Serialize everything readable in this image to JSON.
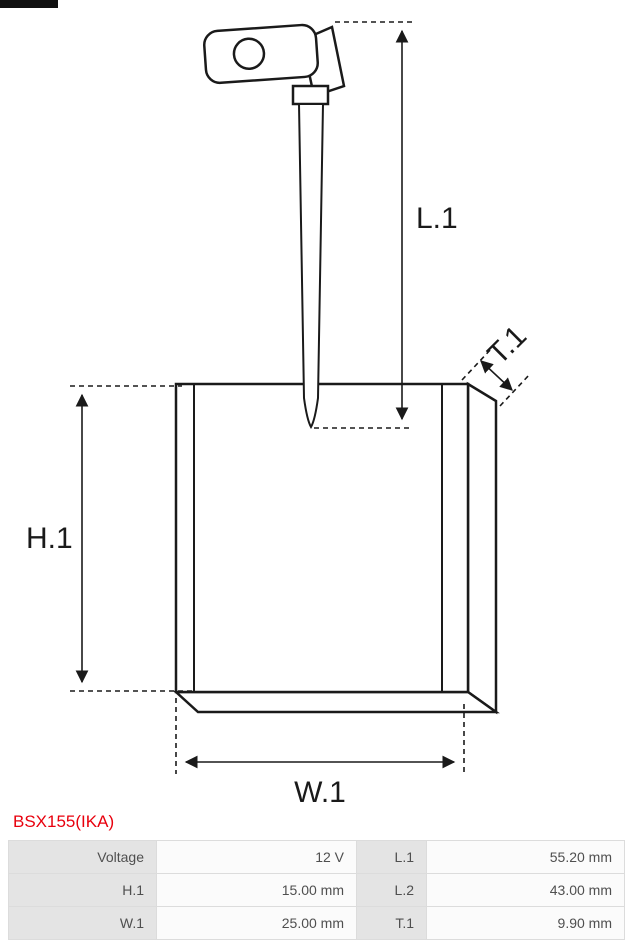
{
  "product": {
    "code": "BSX155(IKA)"
  },
  "colors": {
    "product_code": "#e8000d",
    "table_label_bg": "#e4e4e4",
    "line": "#1a1a1a"
  },
  "drawing": {
    "type": "starter-brush-technical-drawing",
    "dims": {
      "l1": "L.1",
      "h1": "H.1",
      "w1": "W.1",
      "t1": "T.1"
    }
  },
  "table": {
    "rows": [
      {
        "label1": "Voltage",
        "value1": "12 V",
        "label2": "L.1",
        "value2": "55.20 mm"
      },
      {
        "label1": "H.1",
        "value1": "15.00 mm",
        "label2": "L.2",
        "value2": "43.00 mm"
      },
      {
        "label1": "W.1",
        "value1": "25.00 mm",
        "label2": "T.1",
        "value2": "9.90 mm"
      }
    ]
  }
}
